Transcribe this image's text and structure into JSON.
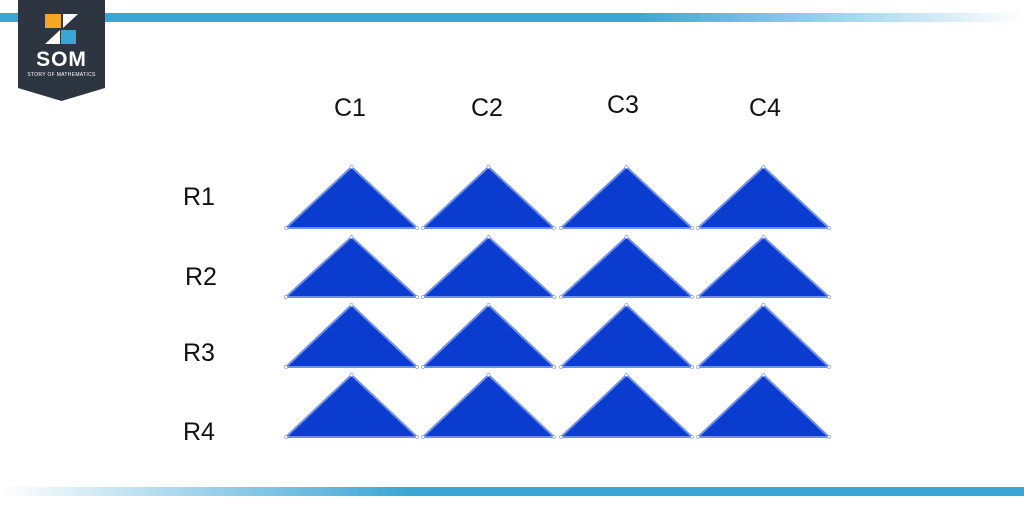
{
  "logo": {
    "text": "SOM",
    "subtitle": "STORY OF MATHEMATICS"
  },
  "columns": [
    "C1",
    "C2",
    "C3",
    "C4"
  ],
  "rows": [
    "R1",
    "R2",
    "R3",
    "R4"
  ],
  "colors": {
    "triangle_fill": "#0a3ccf",
    "triangle_stroke": "#6f8fe8",
    "accent_bar": "#3aa6d6",
    "logo_bg": "#2d3541"
  }
}
